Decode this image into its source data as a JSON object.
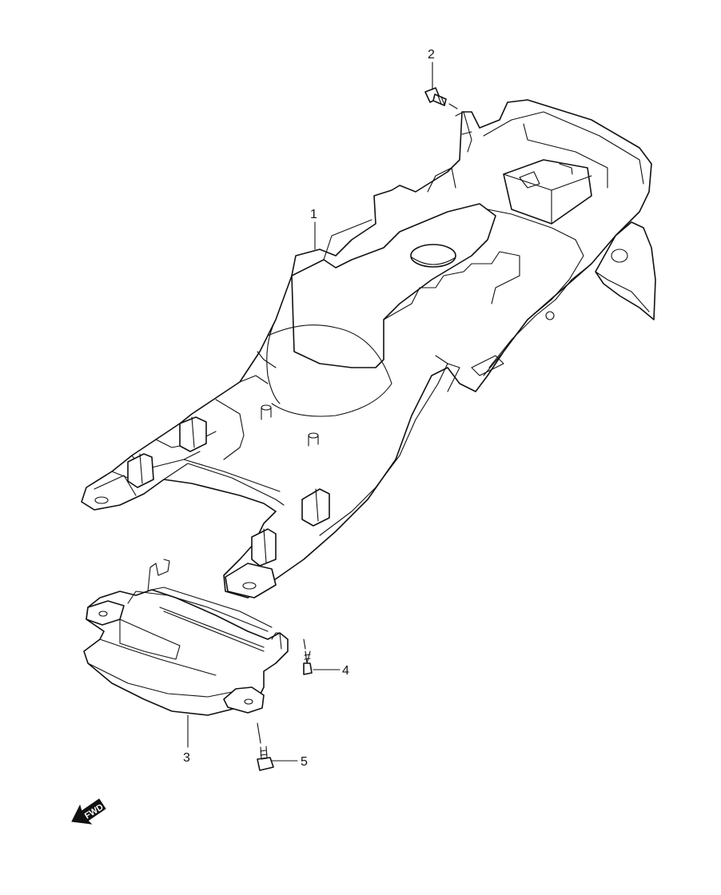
{
  "callouts": [
    {
      "id": "1",
      "label": "1"
    },
    {
      "id": "2",
      "label": "2"
    },
    {
      "id": "3",
      "label": "3"
    },
    {
      "id": "4",
      "label": "4"
    },
    {
      "id": "5",
      "label": "5"
    }
  ],
  "direction_arrow": {
    "label": "FWD",
    "icon": "fwd-arrow-icon"
  }
}
